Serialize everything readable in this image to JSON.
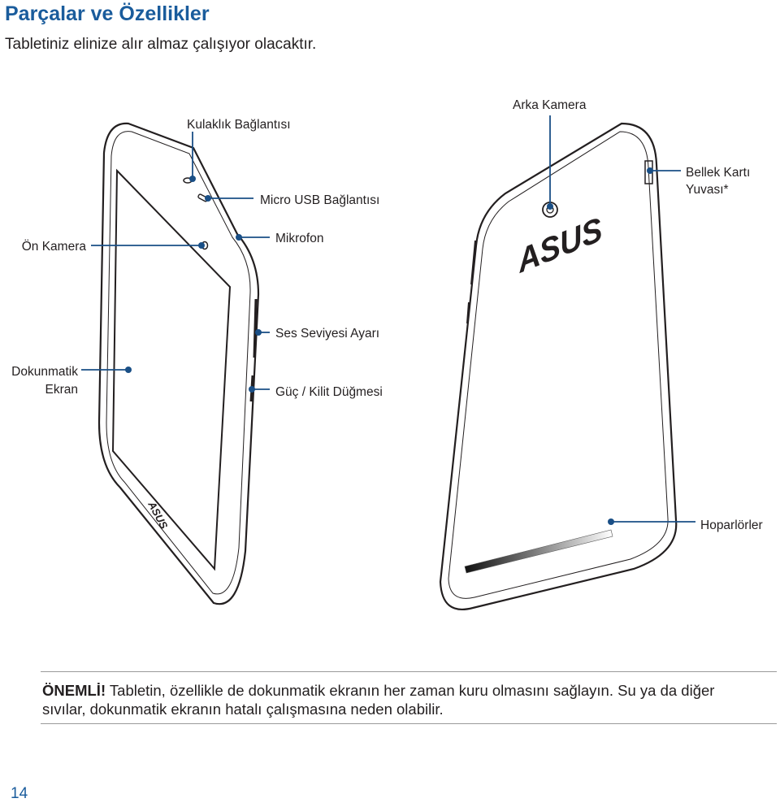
{
  "page": {
    "title": "Parçalar ve Özellikler",
    "subtitle": "Tabletiniz elinize alır almaz çalışıyor olacaktır.",
    "page_number": "14"
  },
  "labels": {
    "headphone": "Kulaklık Bağlantısı",
    "micro_usb": "Micro USB Bağlantısı",
    "front_camera": "Ön Kamera",
    "microphone": "Mikrofon",
    "volume": "Ses Seviyesi Ayarı",
    "touch_line1": "Dokunmatik",
    "touch_line2": "Ekran",
    "power": "Güç / Kilit Düğmesi",
    "rear_camera": "Arka Kamera",
    "card_line1": "Bellek Kartı",
    "card_line2": "Yuvası*",
    "speakers": "Hoparlörler"
  },
  "logo_text": "ASUS",
  "note": {
    "prefix": "ÖNEMLİ!",
    "text": " Tabletin, özellikle de dokunmatik ekranın her zaman kuru olmasını sağlayın. Su ya da diğer sıvılar, dokunmatik ekranın hatalı çalışmasına neden olabilir."
  },
  "colors": {
    "accent": "#1a5c9c",
    "callout": "#1a4f86",
    "text": "#231f20"
  }
}
